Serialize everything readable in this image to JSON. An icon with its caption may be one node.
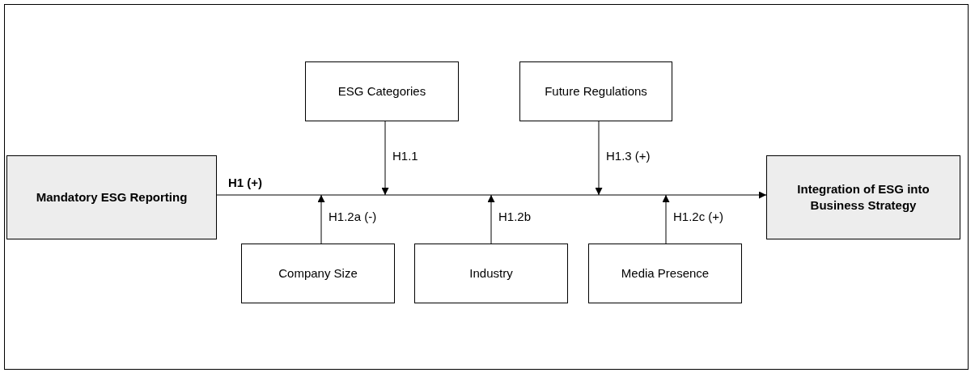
{
  "diagram": {
    "nodes": [
      {
        "text": [
          "Mandatory ESG Reporting"
        ]
      },
      {
        "text": [
          "ESG Categories"
        ]
      },
      {
        "text": [
          "Future Regulations"
        ]
      },
      {
        "text": [
          "Integration of ESG into Business Strategy"
        ]
      },
      {
        "text": [
          "Company Size"
        ]
      },
      {
        "text": [
          "Industry"
        ]
      },
      {
        "text": [
          "Media Presence"
        ]
      }
    ],
    "edges": [
      {
        "from": 0,
        "to": 3,
        "arrow": "to",
        "label": "H1 (+)"
      },
      {
        "from": 1,
        "to": null,
        "arrow": "to",
        "label": "H1.1"
      },
      {
        "from": 2,
        "to": null,
        "arrow": "to",
        "label": "H1.3 (+)"
      },
      {
        "from": 4,
        "to": null,
        "arrow": "to",
        "label": "H1.2a (-)"
      },
      {
        "from": 5,
        "to": null,
        "arrow": "to",
        "label": "H1.2b"
      },
      {
        "from": 6,
        "to": null,
        "arrow": "to",
        "label": "H1.2c (+)"
      }
    ]
  }
}
